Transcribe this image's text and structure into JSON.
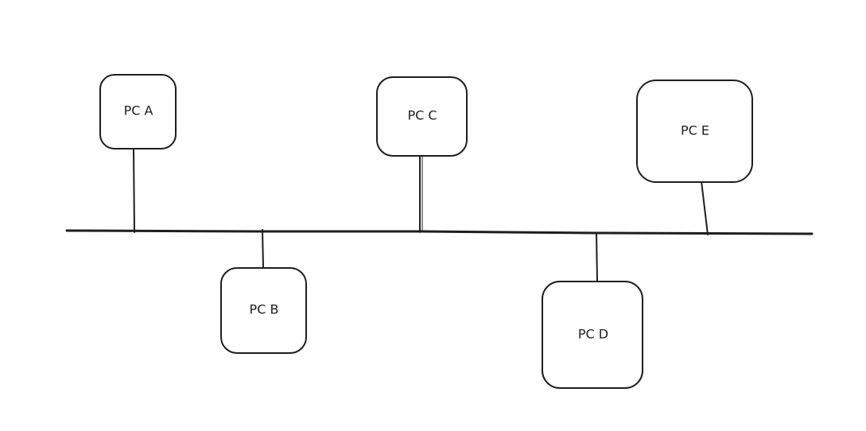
{
  "nodes": [
    {
      "id": "a",
      "label": "PC A"
    },
    {
      "id": "b",
      "label": "PC B"
    },
    {
      "id": "c",
      "label": "PC C"
    },
    {
      "id": "d",
      "label": "PC D"
    },
    {
      "id": "e",
      "label": "PC E"
    }
  ],
  "colors": {
    "stroke": "#1e1e1e",
    "background": "#ffffff"
  }
}
